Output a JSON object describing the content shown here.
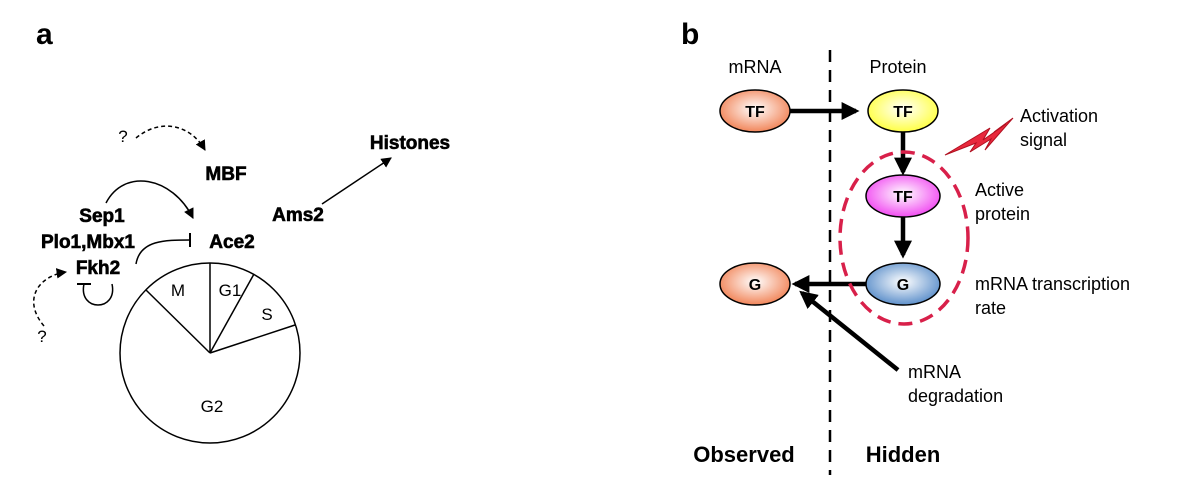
{
  "panel_a": {
    "letter": "a",
    "genes": {
      "histones": "Histones",
      "mbf": "MBF",
      "ams2": "Ams2",
      "sep1": "Sep1",
      "plo1_mbx1": "Plo1,Mbx1",
      "fkh2": "Fkh2",
      "ace2": "Ace2"
    },
    "question_marks": [
      "?",
      "?"
    ],
    "phases": [
      "M",
      "G1",
      "S",
      "G2"
    ]
  },
  "panel_b": {
    "letter": "b",
    "columns": {
      "left": "mRNA",
      "right": "Protein"
    },
    "nodes": {
      "tf_mrna": "TF",
      "tf_protein": "TF",
      "tf_active": "TF",
      "g_hidden": "G",
      "g_observed": "G"
    },
    "labels": {
      "activation_1": "Activation",
      "activation_2": "signal",
      "active_1": "Active",
      "active_2": "protein",
      "transcription_1": "mRNA transcription",
      "transcription_2": "rate",
      "degradation_1": "mRNA",
      "degradation_2": "degradation"
    },
    "footer": {
      "left": "Observed",
      "right": "Hidden"
    }
  },
  "colors": {
    "tf_mrna": "#f07a4a",
    "tf_protein": "#ffff33",
    "tf_active": "#f03cf0",
    "g_hidden": "#4f86c6",
    "g_observed": "#f07a4a",
    "dashed_ellipse": "#d8204a",
    "lightning": "#e8283c"
  }
}
